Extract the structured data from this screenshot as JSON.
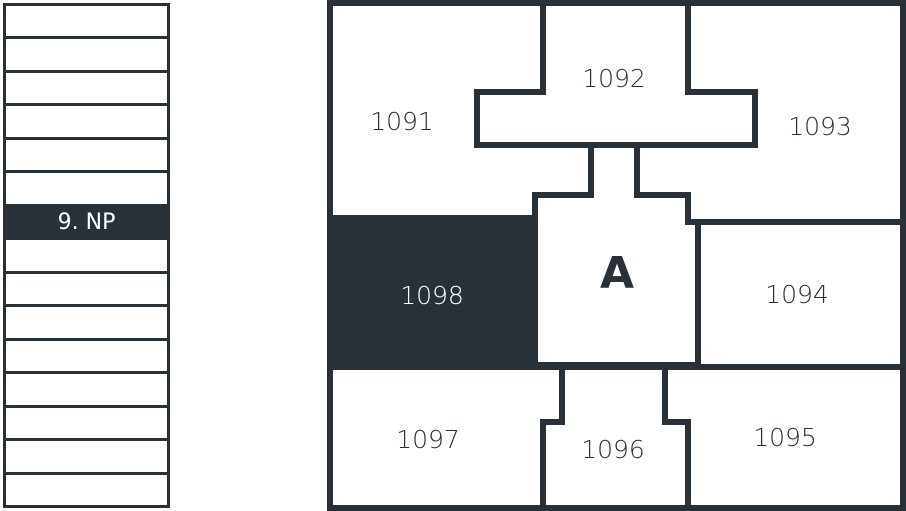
{
  "colors": {
    "dark": "#283137",
    "light": "#ffffff"
  },
  "floors": {
    "count": 15,
    "active_index": 6,
    "active_label": "9. NP"
  },
  "plan": {
    "core_label": "A",
    "active_room": "1098",
    "rooms": {
      "r1091": "1091",
      "r1092": "1092",
      "r1093": "1093",
      "r1094": "1094",
      "r1095": "1095",
      "r1096": "1096",
      "r1097": "1097",
      "r1098": "1098"
    }
  }
}
